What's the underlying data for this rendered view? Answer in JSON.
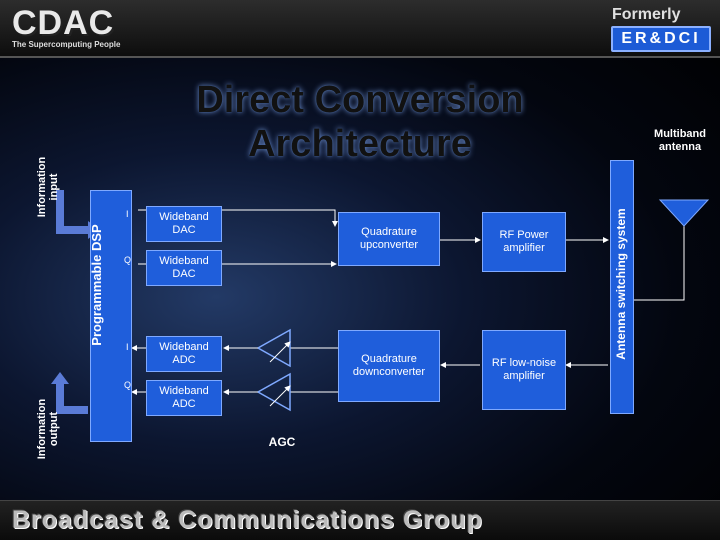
{
  "header": {
    "logo_text": "CDAC",
    "logo_tagline": "The Supercomputing People",
    "formerly_label": "Formerly",
    "formerly_logo": "ER&DCI"
  },
  "title": {
    "line1": "Direct Conversion",
    "line2": "Architecture"
  },
  "blocks": {
    "info_input": "Information input",
    "info_output": "Information output",
    "dsp": "Programmable DSP",
    "dac_i": "Wideband DAC",
    "dac_q": "Wideband DAC",
    "adc_i": "Wideband ADC",
    "adc_q": "Wideband ADC",
    "quad_up": "Quadrature upconverter",
    "quad_down": "Quadrature downconverter",
    "rf_power": "RF Power amplifier",
    "rf_lna": "RF low-noise amplifier",
    "antenna_switch": "Antenna switching system",
    "multiband_antenna": "Multiband antenna",
    "agc": "AGC",
    "port_i_tx": "I",
    "port_q_tx": "Q",
    "port_i_rx": "I",
    "port_q_rx": "Q"
  },
  "footer": {
    "group_name": "Broadcast & Communications Group"
  },
  "colors": {
    "block_blue": "#1f5edb",
    "block_border": "#7fa9ff",
    "arrow_blue": "#5a7bd6"
  }
}
